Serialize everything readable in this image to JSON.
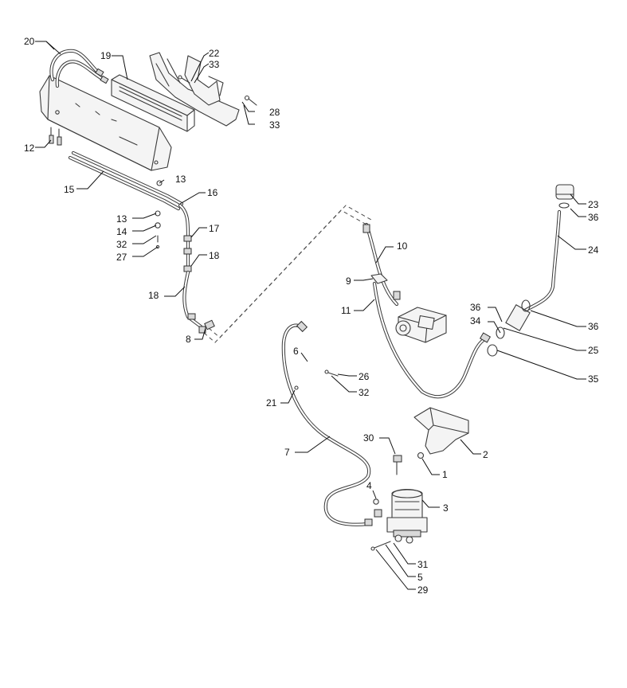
{
  "diagram": {
    "callouts": [
      {
        "id": "c20",
        "label": "20"
      },
      {
        "id": "c19",
        "label": "19"
      },
      {
        "id": "c22",
        "label": "22"
      },
      {
        "id": "c33a",
        "label": "33"
      },
      {
        "id": "c28",
        "label": "28"
      },
      {
        "id": "c33b",
        "label": "33"
      },
      {
        "id": "c12",
        "label": "12"
      },
      {
        "id": "c15",
        "label": "15"
      },
      {
        "id": "c13a",
        "label": "13"
      },
      {
        "id": "c16",
        "label": "16"
      },
      {
        "id": "c13b",
        "label": "13"
      },
      {
        "id": "c14",
        "label": "14"
      },
      {
        "id": "c32a",
        "label": "32"
      },
      {
        "id": "c27",
        "label": "27"
      },
      {
        "id": "c17",
        "label": "17"
      },
      {
        "id": "c18a",
        "label": "18"
      },
      {
        "id": "c18b",
        "label": "18"
      },
      {
        "id": "c8",
        "label": "8"
      },
      {
        "id": "c10",
        "label": "10"
      },
      {
        "id": "c9",
        "label": "9"
      },
      {
        "id": "c11",
        "label": "11"
      },
      {
        "id": "c23",
        "label": "23"
      },
      {
        "id": "c36a",
        "label": "36"
      },
      {
        "id": "c24",
        "label": "24"
      },
      {
        "id": "c36b",
        "label": "36"
      },
      {
        "id": "c34",
        "label": "34"
      },
      {
        "id": "c36c",
        "label": "36"
      },
      {
        "id": "c25",
        "label": "25"
      },
      {
        "id": "c35",
        "label": "35"
      },
      {
        "id": "c6",
        "label": "6"
      },
      {
        "id": "c26",
        "label": "26"
      },
      {
        "id": "c21",
        "label": "21"
      },
      {
        "id": "c32b",
        "label": "32"
      },
      {
        "id": "c7",
        "label": "7"
      },
      {
        "id": "c30",
        "label": "30"
      },
      {
        "id": "c2",
        "label": "2"
      },
      {
        "id": "c1",
        "label": "1"
      },
      {
        "id": "c4",
        "label": "4"
      },
      {
        "id": "c3",
        "label": "3"
      },
      {
        "id": "c31",
        "label": "31"
      },
      {
        "id": "c5",
        "label": "5"
      },
      {
        "id": "c29",
        "label": "29"
      }
    ]
  }
}
